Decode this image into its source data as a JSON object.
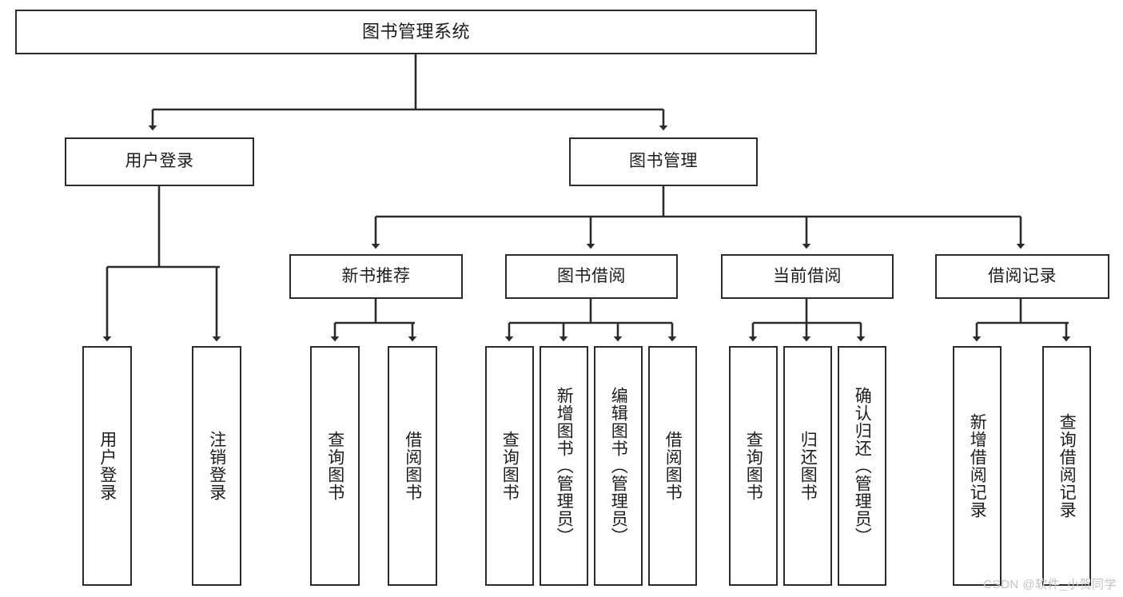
{
  "diagram": {
    "title": "图书管理系统",
    "watermark": "CSDN @软件_小贺同学",
    "edge_color": "#2b2b2b",
    "box_border_color": "#2b2b2b",
    "background_color": "#ffffff",
    "text_color": "#1c1c1c",
    "watermark_color": "#c3c3c3"
  },
  "nodes": {
    "root": {
      "label": "图书管理系统"
    },
    "level2": [
      {
        "label": "用户登录"
      },
      {
        "label": "图书管理"
      }
    ],
    "level3": [
      {
        "label": "新书推荐"
      },
      {
        "label": "图书借阅"
      },
      {
        "label": "当前借阅"
      },
      {
        "label": "借阅记录"
      }
    ],
    "leaves": {
      "user_login": [
        {
          "label": "用户登录"
        },
        {
          "label": "注销登录"
        }
      ],
      "new_book_recommend": [
        {
          "label": "查询图书"
        },
        {
          "label": "借阅图书"
        }
      ],
      "book_borrow": [
        {
          "label": "查询图书"
        },
        {
          "label": "新增图书（管理员）"
        },
        {
          "label": "编辑图书（管理员）"
        },
        {
          "label": "借阅图书"
        }
      ],
      "current_borrow": [
        {
          "label": "查询图书"
        },
        {
          "label": "归还图书"
        },
        {
          "label": "确认归还（管理员）"
        }
      ],
      "borrow_record": [
        {
          "label": "新增借阅记录"
        },
        {
          "label": "查询借阅记录"
        }
      ]
    }
  }
}
